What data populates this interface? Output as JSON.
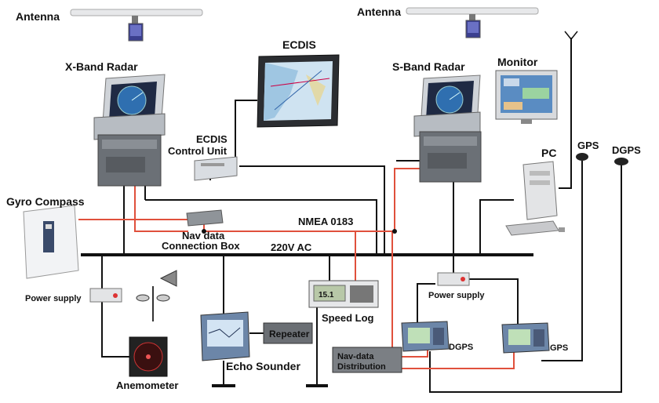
{
  "labels": {
    "antenna_left": "Antenna",
    "antenna_right": "Antenna",
    "x_band_radar": "X-Band Radar",
    "ecdis": "ECDIS",
    "s_band_radar": "S-Band Radar",
    "monitor": "Monitor",
    "ecdis_control_1": "ECDIS",
    "ecdis_control_2": "Control Unit",
    "gyro_compass": "Gyro Compass",
    "pc": "PC",
    "gps_antenna": "GPS",
    "dgps_antenna": "DGPS",
    "nmea": "NMEA 0183",
    "nav_data_box_1": "Nav data",
    "nav_data_box_2": "Connection Box",
    "power_bus": "220V AC",
    "power_supply_left": "Power supply",
    "power_supply_right": "Power supply",
    "speed_log": "Speed Log",
    "repeater": "Repeater",
    "echo_sounder": "Echo Sounder",
    "nav_dist_1": "Nav-data",
    "nav_dist_2": "Distribution",
    "dgps_unit": "DGPS",
    "gps_unit": "GPS",
    "anemometer": "Anemometer",
    "speed_log_display": "15.1"
  },
  "colors": {
    "power_line": "#111111",
    "data_line": "#e0503c",
    "device_gray": "#c9cdd2",
    "device_dark": "#3c3f44",
    "screen_blue": "#2f6fb0"
  }
}
